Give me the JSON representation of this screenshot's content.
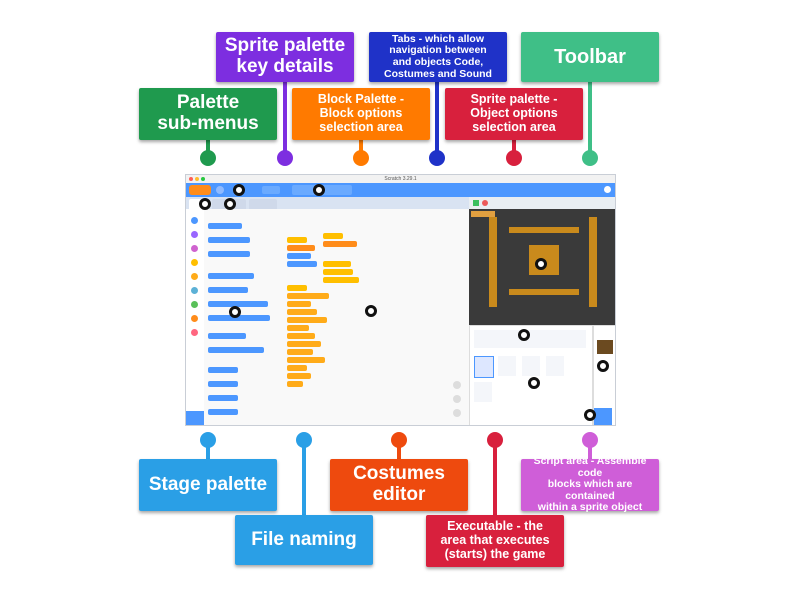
{
  "labels": {
    "sprite_key": [
      "Sprite palette",
      "key details"
    ],
    "tabs": [
      "Tabs - which allow",
      "navigation between",
      "and objects Code,",
      "Costumes and Sound"
    ],
    "toolbar": [
      "Toolbar"
    ],
    "palette_sub": [
      "Palette",
      "sub-menus"
    ],
    "block_palette": [
      "Block Palette -",
      "Block options",
      "selection area"
    ],
    "sprite_object": [
      "Sprite palette -",
      "Object options",
      "selection area"
    ],
    "stage_palette": [
      "Stage palette"
    ],
    "costumes": [
      "Costumes",
      "editor"
    ],
    "file_naming": [
      "File naming"
    ],
    "script_area": [
      "Script area - Assemble code",
      "blocks which are contained",
      "within a sprite object"
    ],
    "executable": [
      "Executable - the",
      "area that executes",
      "(starts) the game"
    ]
  },
  "screenshot": {
    "window_title": "Scratch 3.29.1"
  },
  "colors": {
    "sprite_key": "#7d2ee0",
    "tabs": "#1f32c8",
    "toolbar": "#3fbf87",
    "palette_sub": "#1f9a4e",
    "block_palette": "#ff7a00",
    "sprite_object": "#d8203d",
    "stage_palette": "#2a9fe6",
    "costumes": "#ee4a0e",
    "file_naming": "#2a9fe6",
    "script_area": "#cf5ed8",
    "executable": "#d8203d"
  }
}
